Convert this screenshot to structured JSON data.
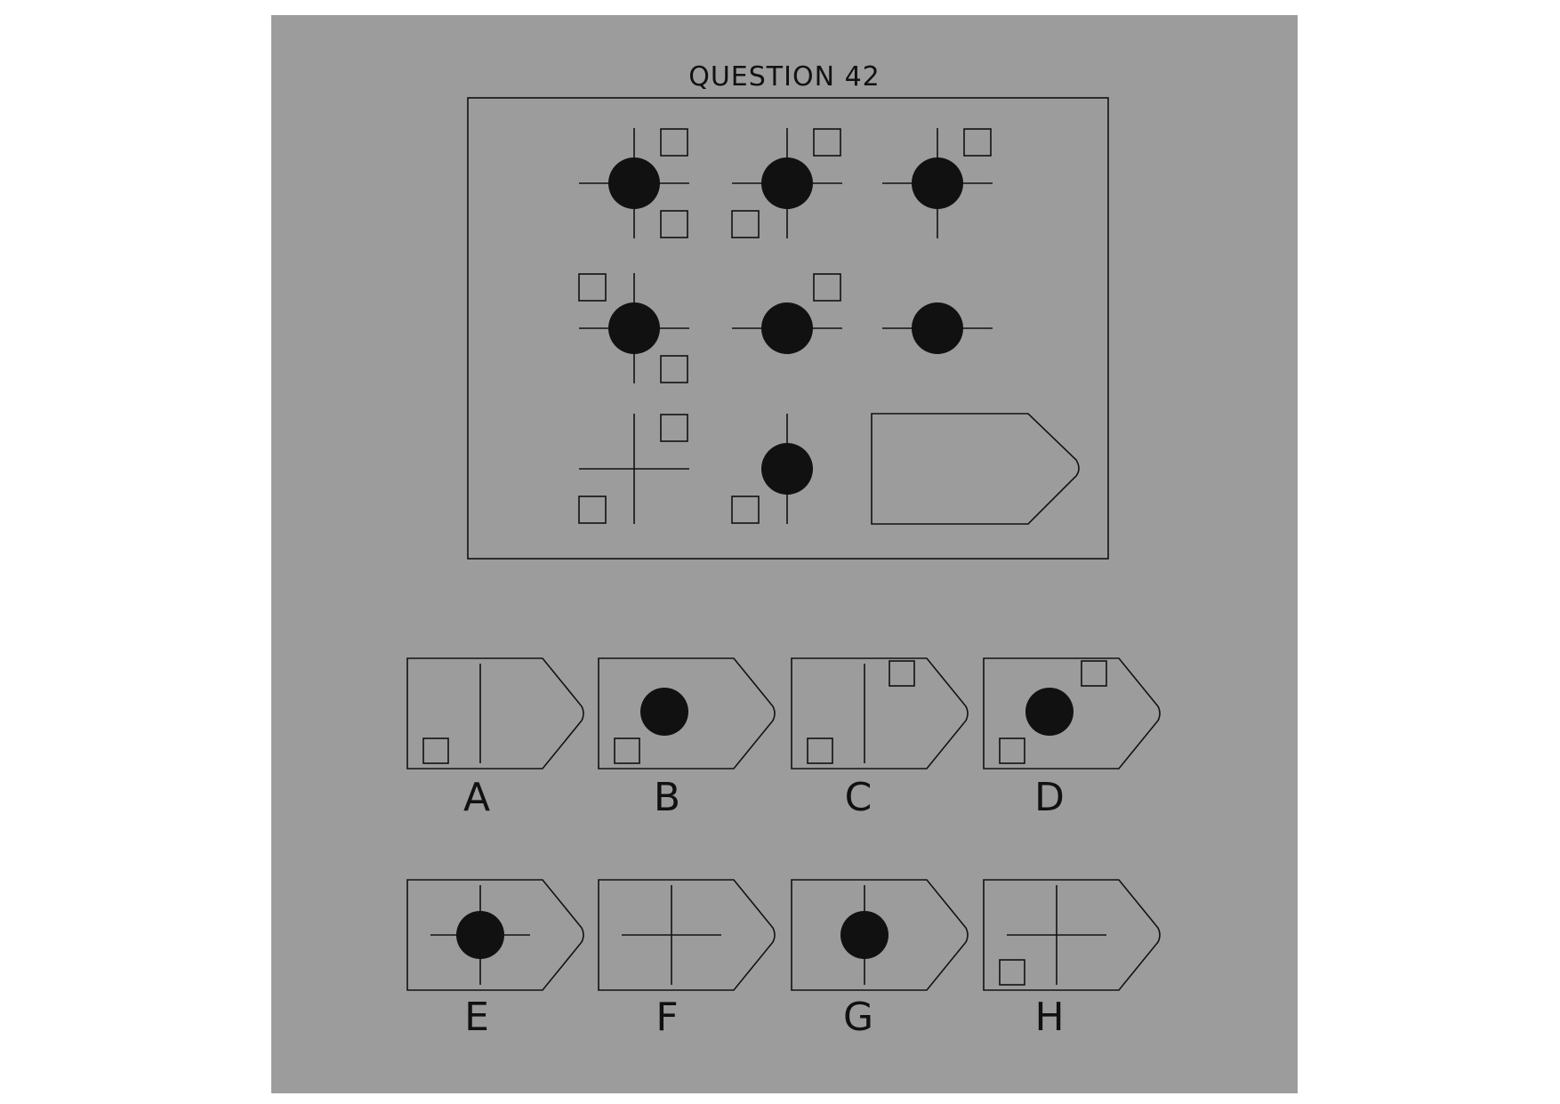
{
  "question": {
    "title": "QUESTION 42"
  },
  "colors": {
    "panel": "#9c9c9c",
    "ink": "#111111",
    "page": "#ffffff"
  },
  "puzzle": {
    "grid": [
      {
        "cell": "row1-col1",
        "lines": "both",
        "dot": true,
        "squares": [
          "top-right",
          "bottom-right"
        ]
      },
      {
        "cell": "row1-col2",
        "lines": "both",
        "dot": true,
        "squares": [
          "top-right",
          "bottom-left"
        ]
      },
      {
        "cell": "row1-col3",
        "lines": "both",
        "dot": true,
        "squares": [
          "top-right"
        ]
      },
      {
        "cell": "row2-col1",
        "lines": "both",
        "dot": true,
        "squares": [
          "top-left",
          "bottom-right"
        ]
      },
      {
        "cell": "row2-col2",
        "lines": "horizontal",
        "dot": true,
        "squares": [
          "top-right"
        ]
      },
      {
        "cell": "row2-col3",
        "lines": "horizontal",
        "dot": true,
        "squares": []
      },
      {
        "cell": "row3-col1",
        "lines": "both",
        "dot": false,
        "squares": [
          "top-right",
          "bottom-left"
        ]
      },
      {
        "cell": "row3-col2",
        "lines": "vertical",
        "dot": true,
        "squares": [
          "bottom-left"
        ]
      },
      {
        "cell": "row3-col3",
        "missing": true
      }
    ]
  },
  "options": [
    {
      "label": "A",
      "lines": "vertical",
      "dot": false,
      "squares": [
        "bottom-left"
      ]
    },
    {
      "label": "B",
      "lines": "none",
      "dot": true,
      "squares": [
        "bottom-left"
      ]
    },
    {
      "label": "C",
      "lines": "vertical",
      "dot": false,
      "squares": [
        "top-right",
        "bottom-left"
      ]
    },
    {
      "label": "D",
      "lines": "none",
      "dot": true,
      "squares": [
        "top-right",
        "bottom-left"
      ]
    },
    {
      "label": "E",
      "lines": "both",
      "dot": true,
      "squares": []
    },
    {
      "label": "F",
      "lines": "both",
      "dot": false,
      "squares": []
    },
    {
      "label": "G",
      "lines": "vertical",
      "dot": true,
      "squares": []
    },
    {
      "label": "H",
      "lines": "both",
      "dot": false,
      "squares": [
        "bottom-left"
      ]
    }
  ]
}
